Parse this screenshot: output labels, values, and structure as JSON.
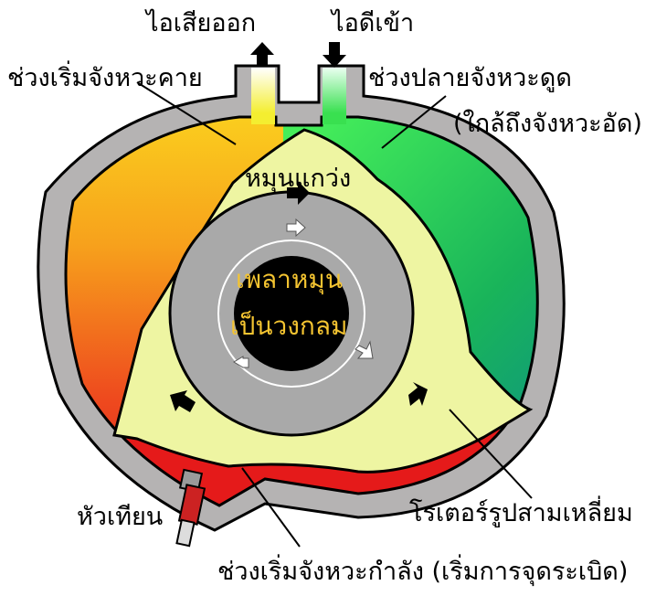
{
  "labels": {
    "exhaust_port": "ไอเสียออก",
    "intake_port": "ไอดีเข้า",
    "exhaust_start": "ช่วงเริ่มจังหวะคาย",
    "intake_end_line1": "ช่วงปลายจังหวะดูด",
    "intake_end_line2": "(ใกล้ถึงจังหวะอัด)",
    "rotor_spin": "หมุนแกว่ง",
    "shaft_line1": "เพลาหมุน",
    "shaft_line2": "เป็นวงกลม",
    "spark_plug": "หัวเทียน",
    "triangular_rotor": "โรเตอร์รูปสามเหลี่ยม",
    "power_start": "ช่วงเริ่มจังหวะกำลัง (เริ่มการจุดระเบิด)"
  },
  "colors": {
    "housing": "#b5b3b3",
    "rotor": "#eef5a2",
    "eccentric": "#a9a9a9",
    "shaft": "#000000",
    "label_highlight": "#f4c431",
    "combustion": "#e51a1a",
    "intake_gas": "#2fd14a",
    "exhaust_gas": "#f6a21a"
  }
}
